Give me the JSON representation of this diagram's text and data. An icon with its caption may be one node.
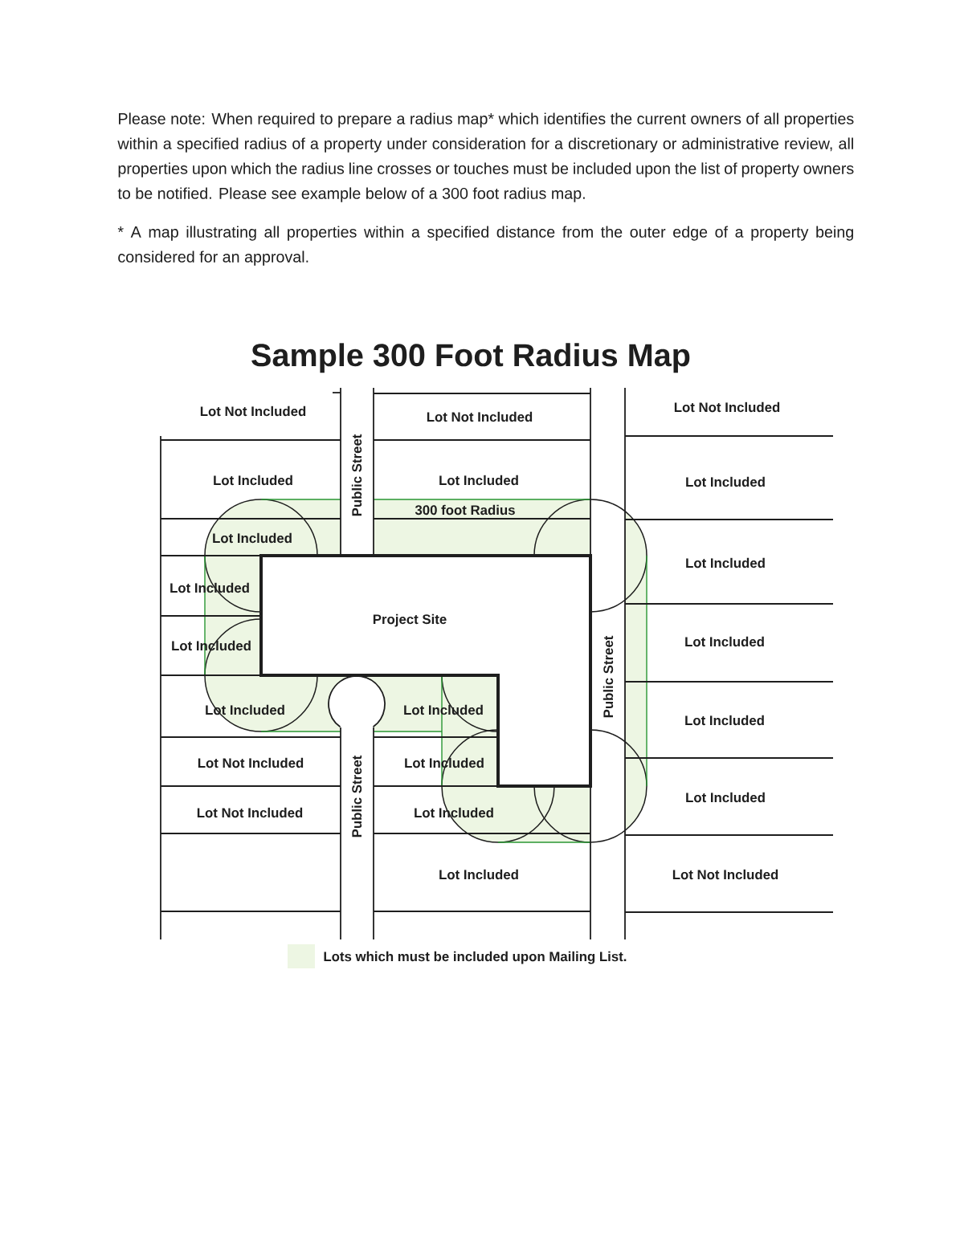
{
  "diagram": {
    "title": "Sample 300 Foot Radius Map",
    "labels": [
      "Please note: When required to prepare a radius map* which identifies the current owners of all properties within a specified radius of a property under consideration for a discretionary or administrative review, all properties upon which the radius line crosses or touches must be included upon the list of property owners to be notified. Please see example below of a 300 foot radius map.",
      "* A map illustrating all properties within a specified distance from the outer edge of a property being considered for an approval.",
      "Lot Not Included",
      "Lot Not Included",
      "Lot Not Included",
      "Public Street",
      "Lot Included",
      "Lot Included",
      "Lot Included",
      "300 foot Radius",
      "Lot Included",
      "Lot Included",
      "Lot Included",
      "Project Site",
      "Lot Included",
      "Lot Included",
      "Public Street",
      "Lot Included",
      "Lot Included",
      "Lot Included",
      "Lot Not Included",
      "Lot Included",
      "Public Street",
      "Lot Included",
      "Lot Not Included",
      "Lot Included",
      "Lot Included",
      "Lot Not Included"
    ],
    "legend": [
      {
        "text": "Lots which must be included upon Mailing List.",
        "color": "#edf6e3"
      }
    ]
  }
}
